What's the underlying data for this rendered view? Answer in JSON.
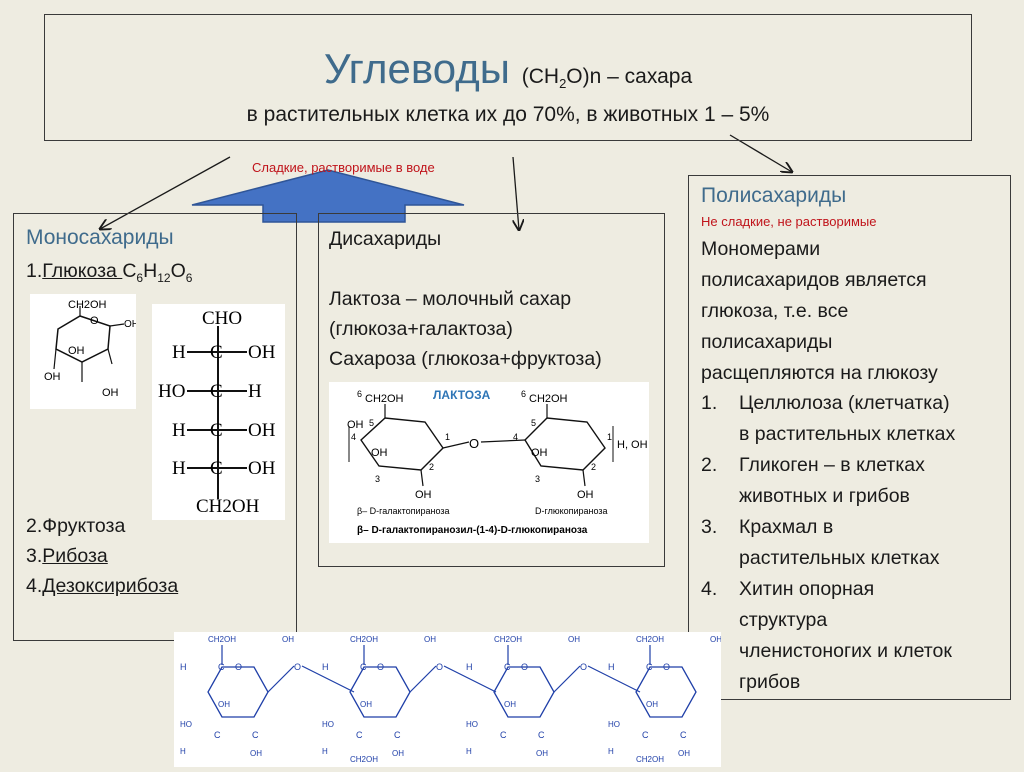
{
  "header": {
    "title": "Углеводы",
    "formula": "(CH",
    "formula_sub": "2",
    "formula_rest": "O)n – сахара",
    "subtitle": "в растительных клетка их  до 70%, в животных 1 – 5%"
  },
  "sweet_note": "Сладкие, растворимые в воде",
  "mono": {
    "heading": "Моносахариды",
    "item1_num": "1.",
    "item1_name": "Глюкоза ",
    "item1_formula_parts": [
      "C",
      "6",
      "H",
      "12",
      "O",
      "6"
    ],
    "item2": "2.Фруктоза",
    "item3_num": "3.",
    "item3_name": "Рибоза",
    "item4_num": "4.",
    "item4_name": "Дезоксирибоза",
    "ring_labels": [
      "CH2OH",
      "O",
      "OH",
      "OH",
      "OH",
      "OH"
    ],
    "chain_labels": [
      "CHO",
      "H",
      "C",
      "OH",
      "HO",
      "C",
      "H",
      "H",
      "C",
      "OH",
      "H",
      "C",
      "OH",
      "CH2OH"
    ]
  },
  "di": {
    "heading": "Дисахариды",
    "line1": "Лактоза – молочный сахар",
    "line2": "(глюкоза+галактоза)",
    "line3": "Сахароза (глюкоза+фруктоза)",
    "img_title": "ЛАКТОЗА",
    "img_left_caption": "β– D-галактопираноза",
    "img_right_caption": "D-глюкопираноза",
    "img_bottom_caption": "β– D-галактопиранозил-(1-4)-D-глюкопираноза",
    "img_labels": [
      "6",
      "CH2OH",
      "5",
      "4",
      "OH",
      "3",
      "2",
      "1",
      "OH",
      "OH",
      "O",
      "6",
      "CH2OH",
      "5",
      "4",
      "3",
      "2",
      "1",
      "OH",
      "H, OH",
      "OH"
    ]
  },
  "poly": {
    "heading": "Полисахариды",
    "note": "Не сладкие, не растворимые",
    "intro_lines": [
      "Мономерами",
      "полисахаридов  является",
      "глюкоза, т.е. все",
      "полисахариды",
      "расщепляются на глюкозу"
    ],
    "items": [
      {
        "num": "1.",
        "lines": [
          "Целлюлоза (клетчатка)",
          "в растительных клетках"
        ]
      },
      {
        "num": "2.",
        "lines": [
          "Гликоген – в клетках",
          "животных и грибов"
        ]
      },
      {
        "num": "3.",
        "lines": [
          "Крахмал в",
          "растительных клетках"
        ]
      },
      {
        "num": "4.",
        "lines": [
          "Хитин опорная",
          "структура",
          "членистоногих и клеток",
          "грибов"
        ]
      }
    ]
  },
  "polymer_labels": [
    "CH2OH",
    "OH",
    "H",
    "C",
    "O",
    "HO",
    "CH2OH"
  ],
  "colors": {
    "accent": "#3f6b8c",
    "red": "#c0141b",
    "arrow_fill": "#4472c4",
    "polymer": "#1f3fa8"
  }
}
